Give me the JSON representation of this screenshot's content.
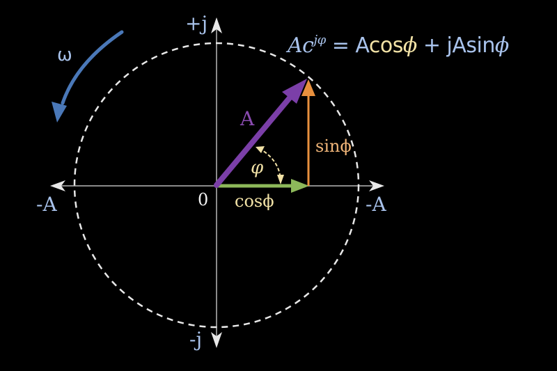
{
  "diagram": {
    "type": "phasor-diagram",
    "background": "#000000",
    "colors": {
      "axis": "#8a8a8a",
      "axis_arrow": "#e8e8e8",
      "circle": "#e8e8e8",
      "label_blue": "#a9c3ec",
      "omega_arrow": "#4a78b8",
      "phasor": "#7b3fa8",
      "cos_arrow": "#8db85a",
      "sin_arrow": "#e8903e",
      "angle_arc": "#f2e2a6"
    },
    "equation": {
      "lhs_base": "A",
      "lhs_exp_base": "c",
      "lhs_exponent": "jφ",
      "equals": " = ",
      "term1_coef": "A",
      "term1_func": "cos",
      "term1_var": "ϕ",
      "plus": " + ",
      "term2_coef": "jA",
      "term2_func": "sin",
      "term2_var": "ϕ"
    },
    "axes": {
      "pos_imag_label": "+j",
      "neg_imag_label": "-j",
      "neg_real_label": "-A",
      "pos_real_label": "-A",
      "origin_label": "0"
    },
    "rotation": {
      "label": "ω",
      "direction": "counter-clockwise"
    },
    "phasor": {
      "label": "A",
      "angle_label": "φ"
    },
    "components": {
      "cos_label": "cosϕ",
      "sin_label": "sinϕ"
    }
  }
}
